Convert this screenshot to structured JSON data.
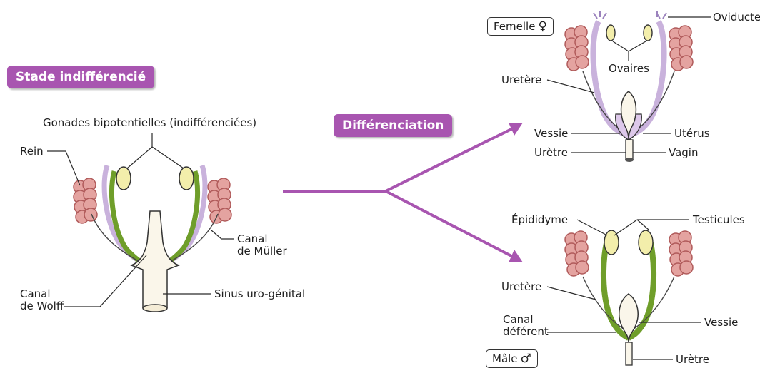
{
  "colors": {
    "kidney": "#c86a6a",
    "kidney_fill": "#e4a3a0",
    "wolff": "#6f9e2a",
    "muller": "#c9b2dc",
    "gonad": "#f3eeab",
    "accent": "#a855b0",
    "line": "#2b2b2b"
  },
  "stages": {
    "indifferent": "Stade indifférencié",
    "differentiation": "Différenciation"
  },
  "indifferent_labels": {
    "gonads": "Gonades bipotentielles (indifférenciées)",
    "kidney": "Rein",
    "muller": "Canal\nde Müller",
    "wolff": "Canal\nde Wolff",
    "sinus": "Sinus uro-génital"
  },
  "female": {
    "title": "Femelle",
    "symbol": "♀",
    "labels": {
      "oviduct": "Oviducte",
      "ovaries": "Ovaires",
      "ureter": "Uretère",
      "bladder": "Vessie",
      "uterus": "Utérus",
      "urethra": "Urètre",
      "vagina": "Vagin"
    }
  },
  "male": {
    "title": "Mâle",
    "symbol": "♂",
    "labels": {
      "epididymis": "Épididyme",
      "testes": "Testicules",
      "ureter": "Uretère",
      "vas_deferens": "Canal\ndéférent",
      "bladder": "Vessie",
      "urethra": "Urètre"
    }
  }
}
